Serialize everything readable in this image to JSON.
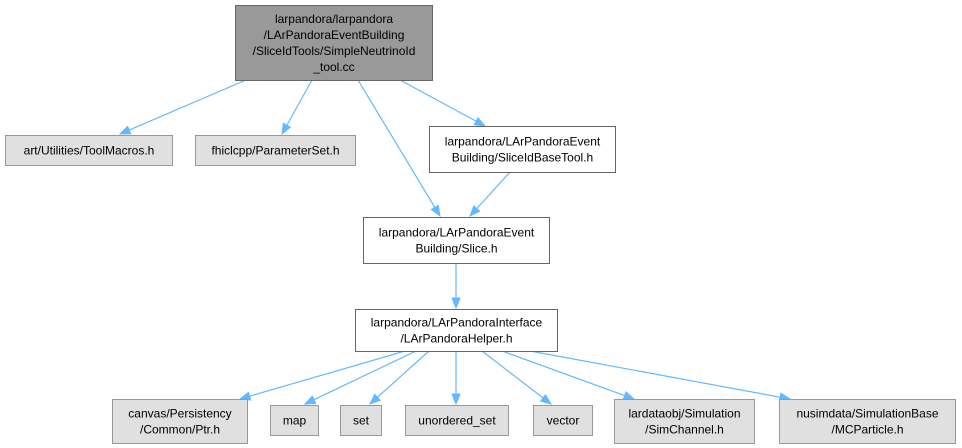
{
  "colors": {
    "root_fill": "#999999",
    "root_border": "#666666",
    "documented_fill": "#ffffff",
    "documented_border": "#666666",
    "external_fill": "#e0e0e0",
    "external_border": "#999999",
    "edge": "#63b8ff"
  },
  "nodes": {
    "root": {
      "lines": [
        "larpandora/larpandora",
        "/LArPandoraEventBuilding",
        "/SliceIdTools/SimpleNeutrinoId",
        "_tool.cc"
      ]
    },
    "tool_macros": {
      "lines": [
        "art/Utilities/ToolMacros.h"
      ]
    },
    "parameter_set": {
      "lines": [
        "fhiclcpp/ParameterSet.h"
      ]
    },
    "slice_id_base_tool": {
      "lines": [
        "larpandora/LArPandoraEvent",
        "Building/SliceIdBaseTool.h"
      ]
    },
    "slice": {
      "lines": [
        "larpandora/LArPandoraEvent",
        "Building/Slice.h"
      ]
    },
    "pandora_helper": {
      "lines": [
        "larpandora/LArPandoraInterface",
        "/LArPandoraHelper.h"
      ]
    },
    "ptr": {
      "lines": [
        "canvas/Persistency",
        "/Common/Ptr.h"
      ]
    },
    "map": {
      "lines": [
        "map"
      ]
    },
    "set": {
      "lines": [
        "set"
      ]
    },
    "unordered_set": {
      "lines": [
        "unordered_set"
      ]
    },
    "vector": {
      "lines": [
        "vector"
      ]
    },
    "sim_channel": {
      "lines": [
        "lardataobj/Simulation",
        "/SimChannel.h"
      ]
    },
    "mc_particle": {
      "lines": [
        "nusimdata/SimulationBase",
        "/MCParticle.h"
      ]
    }
  }
}
